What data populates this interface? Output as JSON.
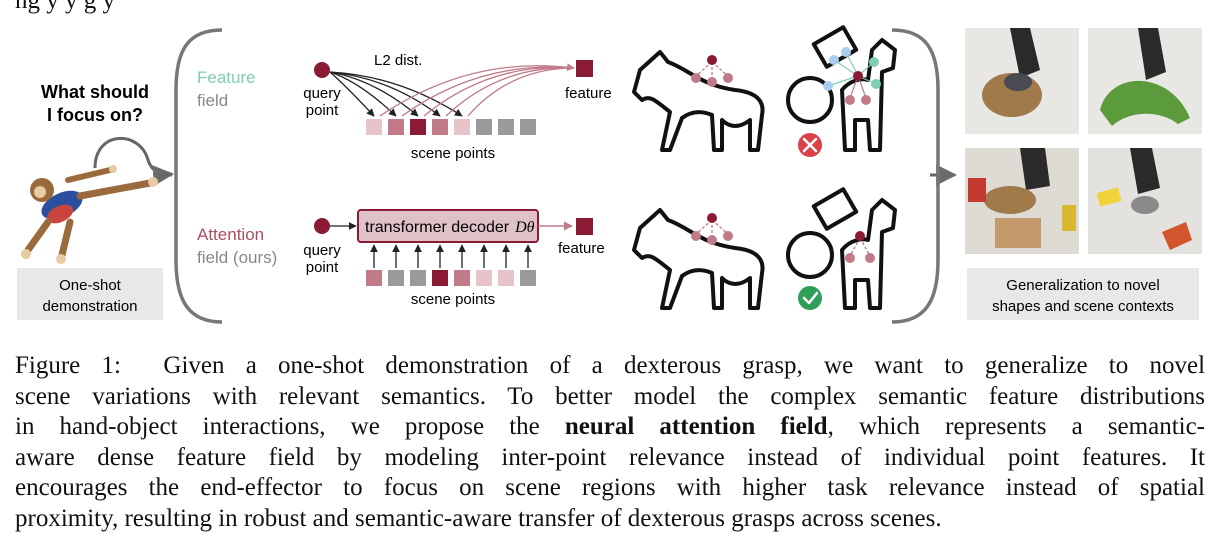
{
  "top_text": "ng     y                                    y                      g               y",
  "left": {
    "question_line1": "What should",
    "question_line2": "I focus on?",
    "demo_label_line1": "One-shot",
    "demo_label_line2": "demonstration"
  },
  "feature_row": {
    "title_line1": "Feature",
    "title_line2": "field",
    "l2_label": "L2 dist.",
    "query_line1": "query",
    "query_line2": "point",
    "feature_label": "feature",
    "scene_points_label": "scene points"
  },
  "attention_row": {
    "title_line1": "Attention",
    "title_line2": "field (ours)",
    "decoder_label": "transformer decoder",
    "decoder_symbol": "Dθ",
    "query_line1": "query",
    "query_line2": "point",
    "feature_label": "feature",
    "scene_points_label": "scene points"
  },
  "right": {
    "label_line1": "Generalization to novel",
    "label_line2": "shapes and scene contexts"
  },
  "colors": {
    "dark_red": "#8b1a35",
    "mid_red": "#c07a88",
    "light_red": "#e7c3ca",
    "gray": "#9a9a9a",
    "teal": "#7fcfb0",
    "blue": "#a8cdf0",
    "cross_red": "#d9404a",
    "check_green": "#2e9e58"
  },
  "caption": {
    "label": "Figure 1:",
    "line1": "Given a one-shot demonstration of a dexterous grasp, we want to generalize to novel",
    "line2": "scene variations with relevant semantics. To better model the complex semantic feature distributions",
    "line3_a": "in hand-object interactions, we propose the",
    "line3_bold": "neural attention field",
    "line3_b": ", which represents a semantic-",
    "line4": "aware dense feature field by modeling inter-point relevance instead of individual point features. It",
    "line5": "encourages the end-effector to focus on scene regions with higher task relevance instead of spatial",
    "line6": "proximity, resulting in robust and semantic-aware transfer of dexterous grasps across scenes."
  }
}
